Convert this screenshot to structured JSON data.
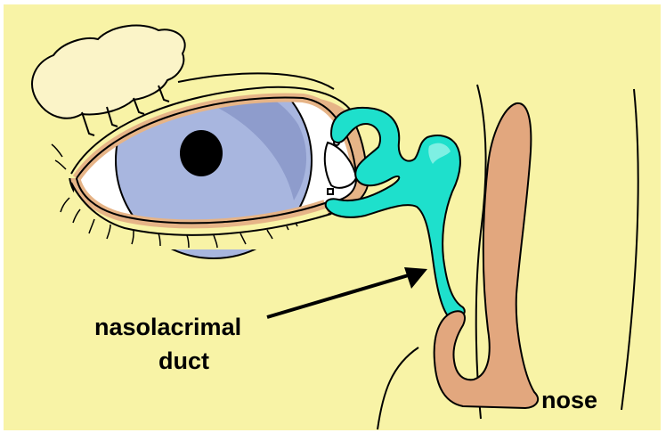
{
  "labels": {
    "duct_line1": "nasolacrimal",
    "duct_line2": "duct",
    "nose": "nose"
  },
  "colors": {
    "background": "#f8f3a6",
    "iris": "#a8b6df",
    "iris_shadow": "#8e9ccc",
    "pupil": "#000000",
    "eyelid_rim": "#e6b487",
    "lacrimal_gland": "#fbf4c8",
    "tear_duct": "#1ee0cc",
    "nose_cartilage": "#e2a77e",
    "outline": "#000000"
  }
}
